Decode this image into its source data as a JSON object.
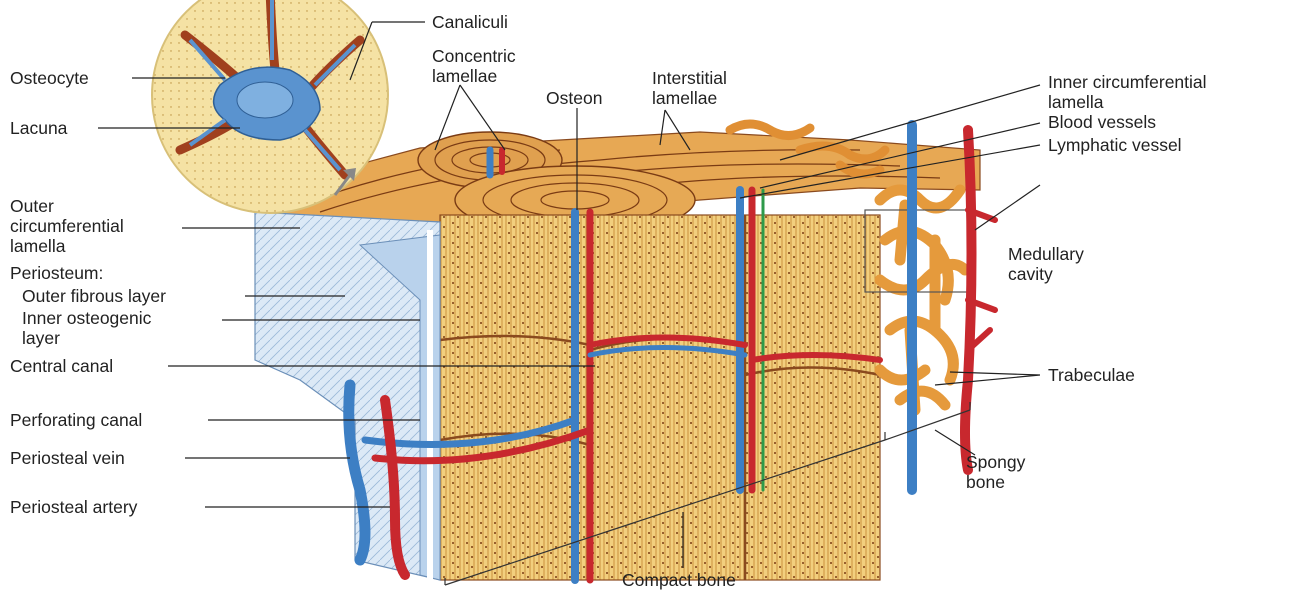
{
  "labels": {
    "canaliculi": "Canaliculi",
    "osteocyte": "Osteocyte",
    "lacuna": "Lacuna",
    "concentric_lamellae": [
      "Concentric",
      "lamellae"
    ],
    "osteon": "Osteon",
    "interstitial_lamellae": [
      "Interstitial",
      "lamellae"
    ],
    "inner_circumferential_lamella": [
      "Inner circumferential",
      "lamella"
    ],
    "blood_vessels": "Blood vessels",
    "lymphatic_vessel": "Lymphatic vessel",
    "outer_circumferential_lamella": [
      "Outer",
      "circumferential",
      "lamella"
    ],
    "periosteum": "Periosteum:",
    "outer_fibrous_layer": "Outer fibrous layer",
    "inner_osteogenic_layer": [
      "Inner osteogenic",
      "layer"
    ],
    "central_canal": "Central canal",
    "perforating_canal": "Perforating canal",
    "periosteal_vein": "Periosteal vein",
    "periosteal_artery": "Periosteal artery",
    "medullary_cavity": [
      "Medullary",
      "cavity"
    ],
    "trabeculae": "Trabeculae",
    "spongy_bone": [
      "Spongy",
      "bone"
    ],
    "compact_bone": "Compact bone"
  },
  "colors": {
    "bone": "#f2cf7e",
    "bone_shade": "#d99a3e",
    "lamella_line": "#8a4a1e",
    "artery": "#c8282e",
    "vein": "#3d7fc4",
    "lymph": "#2e9a4a",
    "periosteum": "#cfe0f2",
    "cell": "#5a93cf",
    "inset_bg": "#f5e2a4"
  }
}
